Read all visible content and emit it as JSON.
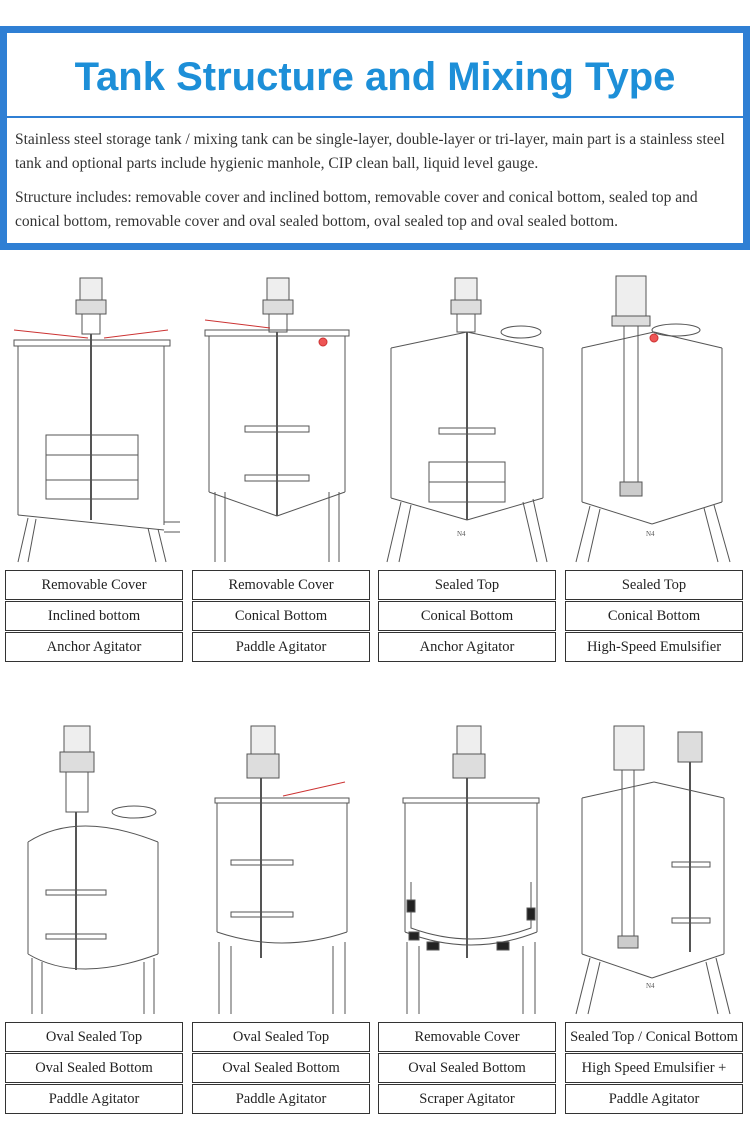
{
  "header": {
    "title": "Tank Structure and Mixing Type",
    "paragraph1": "Stainless steel storage tank / mixing tank can be single-layer, double-layer or tri-layer, main part is a stainless steel tank and optional parts include hygienic manhole, CIP clean ball, liquid level gauge.",
    "paragraph2": "Structure includes: removable cover and inclined bottom, removable cover and conical bottom, sealed top and conical bottom, removable cover and oval sealed bottom, oval sealed top and oval sealed bottom."
  },
  "colors": {
    "accent_blue": "#2f7fd4",
    "title_blue": "#1d8fd8",
    "drawing_gray": "#555555"
  },
  "tanks_row1": [
    {
      "labels": [
        "Removable Cover",
        "Inclined bottom",
        "Anchor Agitator"
      ]
    },
    {
      "labels": [
        "Removable Cover",
        "Conical Bottom",
        "Paddle Agitator"
      ]
    },
    {
      "labels": [
        "Sealed Top",
        "Conical Bottom",
        "Anchor Agitator"
      ]
    },
    {
      "labels": [
        "Sealed Top",
        "Conical Bottom",
        "High-Speed Emulsifier"
      ]
    }
  ],
  "tanks_row2": [
    {
      "labels": [
        "Oval Sealed Top",
        "Oval Sealed Bottom",
        "Paddle Agitator"
      ]
    },
    {
      "labels": [
        "Oval Sealed Top",
        "Oval Sealed Bottom",
        "Paddle Agitator"
      ]
    },
    {
      "labels": [
        "Removable Cover",
        "Oval Sealed Bottom",
        "Scraper Agitator"
      ]
    },
    {
      "labels": [
        "Sealed Top / Conical Bottom",
        "High Speed Emulsifier +",
        "Paddle Agitator"
      ]
    }
  ],
  "drawing_marks": {
    "nozzle_label": "N4"
  }
}
